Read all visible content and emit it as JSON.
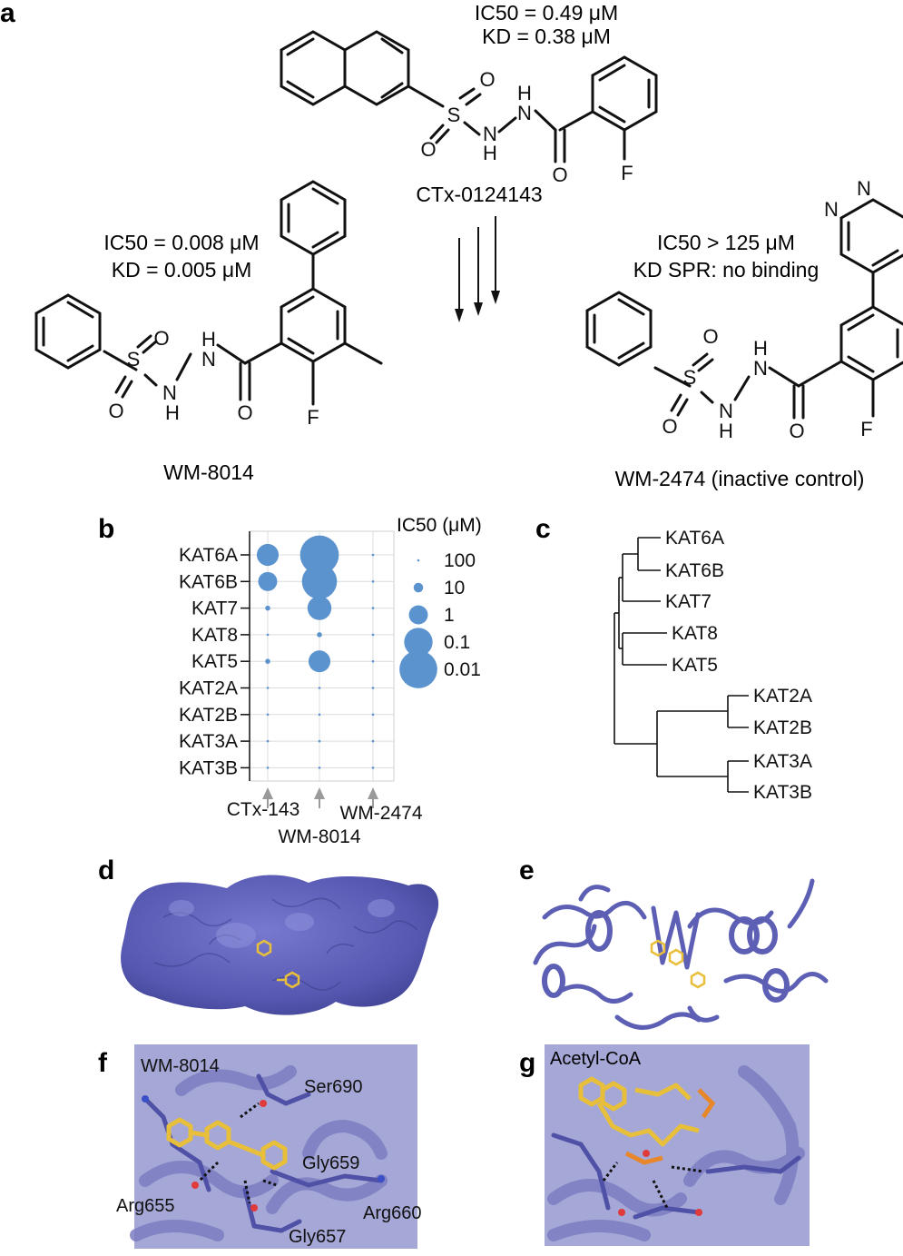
{
  "panel_a": {
    "letter": "a",
    "ctx": {
      "ic50": "IC50 = 0.49 μM",
      "kd": "KD = 0.38 μM",
      "name": "CTx-0124143"
    },
    "wm8014": {
      "ic50": "IC50 = 0.008 μM",
      "kd": "KD = 0.005 μM",
      "name": "WM-8014"
    },
    "wm2474": {
      "ic50": "IC50 > 125 μM",
      "kd": "KD SPR: no binding",
      "name": "WM-2474 (inactive control)"
    },
    "atoms": {
      "O": "O",
      "S": "S",
      "N": "N",
      "H": "H",
      "F": "F"
    }
  },
  "panel_b": {
    "letter": "b",
    "legend_title": "IC50 (μM)",
    "legend": [
      {
        "label": "100",
        "value": 100
      },
      {
        "label": "10",
        "value": 10
      },
      {
        "label": "1",
        "value": 1
      },
      {
        "label": "0.1",
        "value": 0.1
      },
      {
        "label": "0.01",
        "value": 0.01
      }
    ],
    "x_labels": [
      "CTx-143",
      "WM-8014",
      "WM-2474"
    ]
  },
  "chart_data": {
    "type": "scatter",
    "title": "",
    "xlabel": "",
    "ylabel": "",
    "categories": [
      "KAT6A",
      "KAT6B",
      "KAT7",
      "KAT8",
      "KAT5",
      "KAT2A",
      "KAT2B",
      "KAT3A",
      "KAT3B"
    ],
    "x": [
      "CTx-143",
      "WM-8014",
      "WM-2474"
    ],
    "series": [
      {
        "name": "CTx-143",
        "values": [
          0.49,
          1,
          30,
          100,
          30,
          125,
          125,
          125,
          125
        ]
      },
      {
        "name": "WM-8014",
        "values": [
          0.008,
          0.02,
          0.3,
          30,
          0.5,
          125,
          125,
          125,
          125
        ]
      },
      {
        "name": "WM-2474",
        "values": [
          125,
          125,
          125,
          125,
          125,
          125,
          125,
          125,
          125
        ]
      }
    ],
    "grid": true,
    "color": "#5b93cf"
  },
  "panel_c": {
    "letter": "c",
    "leaves": [
      "KAT6A",
      "KAT6B",
      "KAT7",
      "KAT8",
      "KAT5",
      "KAT2A",
      "KAT2B",
      "KAT3A",
      "KAT3B"
    ]
  },
  "panel_d": {
    "letter": "d"
  },
  "panel_e": {
    "letter": "e"
  },
  "panel_f": {
    "letter": "f",
    "labels": [
      "WM-8014",
      "Ser690",
      "Gly659",
      "Arg655",
      "Arg660",
      "Gly657"
    ]
  },
  "panel_g": {
    "letter": "g",
    "labels": [
      "Acetyl-CoA"
    ]
  },
  "colors": {
    "protein": "#5d5fb4",
    "ligand": "#e8bf3a",
    "bubble": "#5b93cf"
  }
}
